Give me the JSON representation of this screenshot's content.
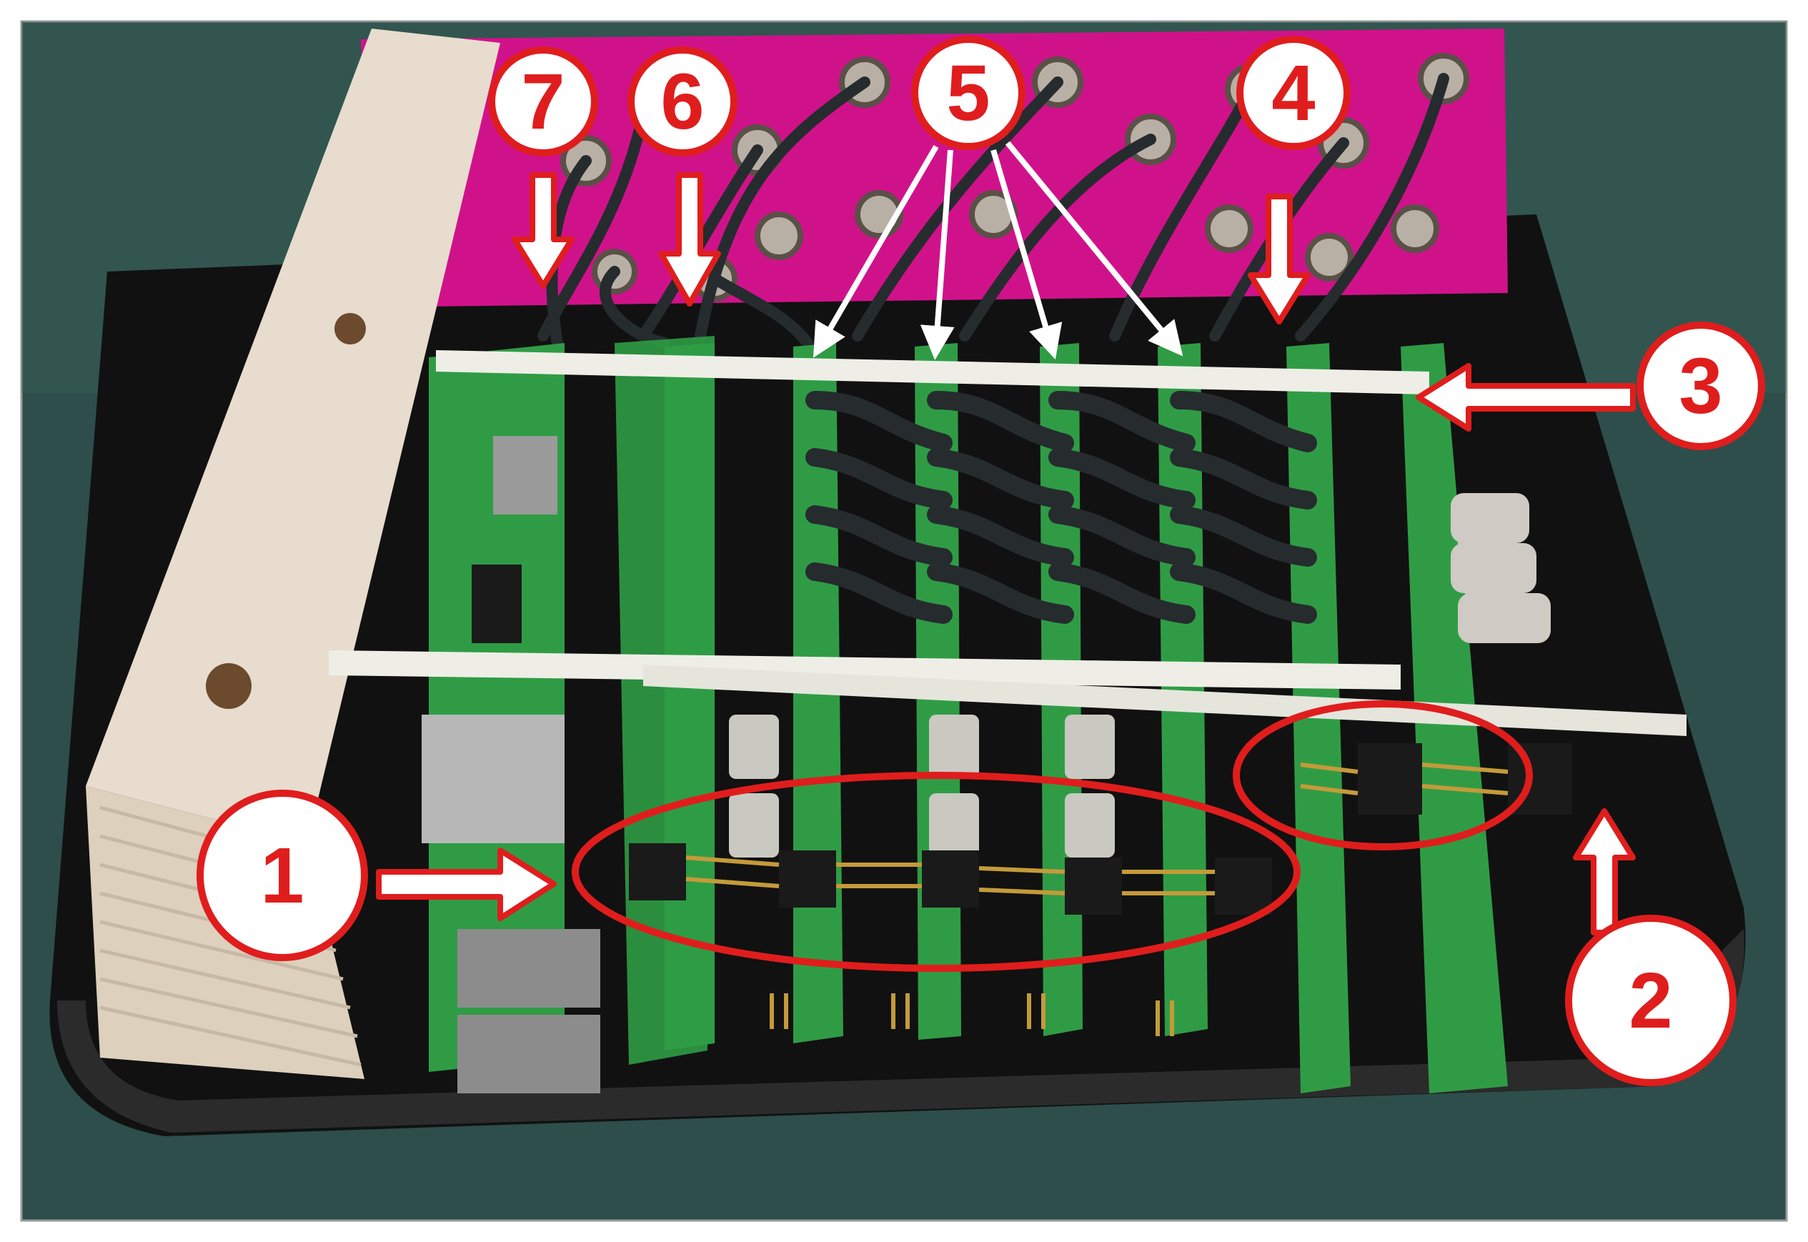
{
  "photo": {
    "colors": {
      "table": "#2d4e4a",
      "table_light": "#3d635d",
      "case": "#111111",
      "case_edge": "#2b2b2b",
      "plywood": "#e7dccd",
      "plywood_grain": "#c8b9a6",
      "magenta_panel": "#d0128a",
      "pcb": "#2f9c45",
      "pcb_dark": "#1d6e2f",
      "rod": "#eeeee6",
      "cable": "#262b2e",
      "header": "#1a1a1a",
      "pin": "#c49a3a",
      "jack": "#b9b0a5",
      "annotation_red": "#e01d1d",
      "annotation_white": "#ffffff"
    }
  },
  "callouts": [
    {
      "id": "1",
      "label": "1"
    },
    {
      "id": "2",
      "label": "2"
    },
    {
      "id": "3",
      "label": "3"
    },
    {
      "id": "4",
      "label": "4"
    },
    {
      "id": "5",
      "label": "5"
    },
    {
      "id": "6",
      "label": "6"
    },
    {
      "id": "7",
      "label": "7"
    }
  ]
}
